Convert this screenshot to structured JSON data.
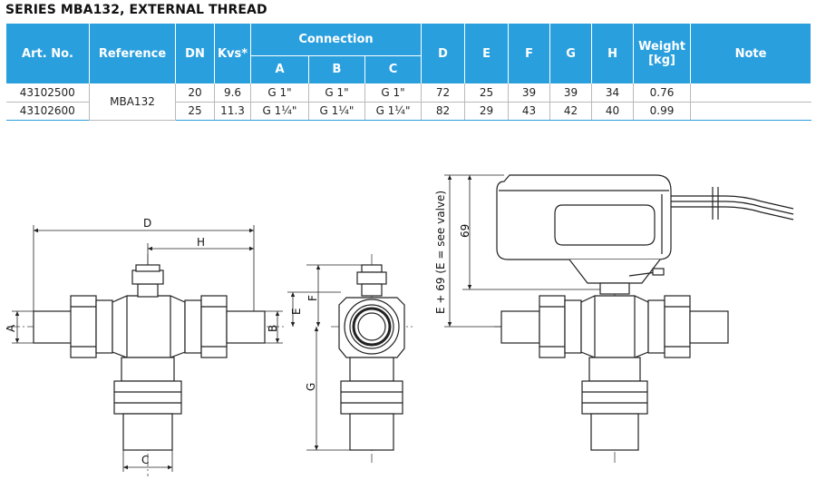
{
  "series_title": "SERIES MBA132, EXTERNAL THREAD",
  "table": {
    "headers": {
      "art_no": "Art. No.",
      "reference": "Reference",
      "dn": "DN",
      "kvs": "Kvs*",
      "connection": "Connection",
      "conn_a": "A",
      "conn_b": "B",
      "conn_c": "C",
      "d": "D",
      "e": "E",
      "f": "F",
      "g": "G",
      "h": "H",
      "weight_line1": "Weight",
      "weight_line2": "[kg]",
      "note": "Note"
    },
    "reference_value": "MBA132",
    "rows": [
      {
        "art_no": "43102500",
        "dn": "20",
        "kvs": "9.6",
        "a": "G 1\"",
        "b": "G 1\"",
        "c": "G 1\"",
        "d": "72",
        "e": "25",
        "f": "39",
        "g": "39",
        "h": "34",
        "weight": "0.76",
        "note": ""
      },
      {
        "art_no": "43102600",
        "dn": "25",
        "kvs": "11.3",
        "a": "G 1¼\"",
        "b": "G 1¼\"",
        "c": "G 1¼\"",
        "d": "82",
        "e": "29",
        "f": "43",
        "g": "42",
        "h": "40",
        "weight": "0.99",
        "note": ""
      }
    ]
  },
  "drawing_labels": {
    "d": "D",
    "h": "H",
    "a": "A",
    "b": "B",
    "c": "C",
    "e": "E",
    "f": "F",
    "g": "G",
    "dim_69": "69",
    "e_plus_69": "E + 69 (E = see valve)"
  }
}
